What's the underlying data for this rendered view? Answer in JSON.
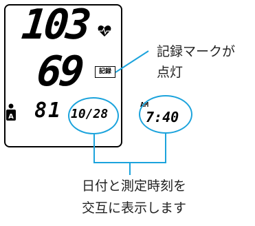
{
  "display": {
    "systolic": "103",
    "diastolic": "69",
    "pulse": "81",
    "date": "10/28",
    "ampm": "AM",
    "time": "7:40",
    "memory_mark": "記録"
  },
  "callouts": {
    "memory_line1": "記録マークが",
    "memory_line2": "点灯",
    "datetime_line1": "日付と測定時刻を",
    "datetime_line2": "交互に表示します"
  },
  "colors": {
    "highlight": "#1ba3dc"
  }
}
